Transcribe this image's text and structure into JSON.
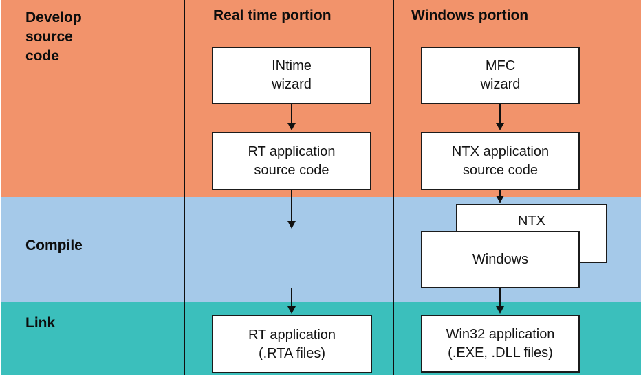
{
  "bands": [
    {
      "id": "develop",
      "label": "Develop\nsource\ncode",
      "color": "#F2936B"
    },
    {
      "id": "compile",
      "label": "Compile",
      "color": "#A5C9E9"
    },
    {
      "id": "link",
      "label": "Link",
      "color": "#3BBFBC"
    }
  ],
  "columns": [
    {
      "id": "realtime",
      "header": "Real time portion"
    },
    {
      "id": "windows",
      "header": "Windows portion"
    }
  ],
  "nodes": [
    {
      "id": "intime-wizard",
      "label": "INtime\nwizard"
    },
    {
      "id": "rt-source",
      "label": "RT application\nsource code"
    },
    {
      "id": "mfc-wizard",
      "label": "MFC\nwizard"
    },
    {
      "id": "ntx-source",
      "label": "NTX application\nsource code"
    },
    {
      "id": "ntx-compile",
      "label": "NTX"
    },
    {
      "id": "windows-compile",
      "label": "Windows"
    },
    {
      "id": "rt-link",
      "label": "RT application\n(.RTA files)"
    },
    {
      "id": "win32-link",
      "label": "Win32 application\n(.EXE, .DLL files)"
    }
  ],
  "line_color": "#101010"
}
